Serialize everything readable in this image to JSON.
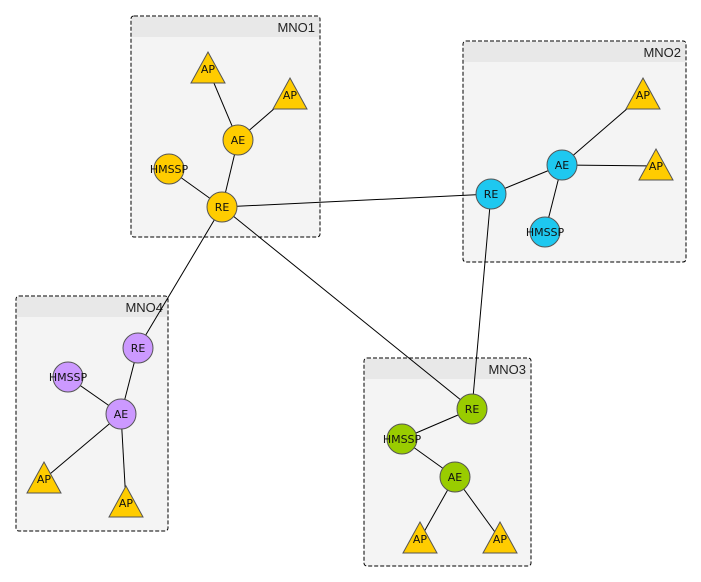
{
  "groups": [
    {
      "id": "mno1",
      "label": "MNO1"
    },
    {
      "id": "mno2",
      "label": "MNO2"
    },
    {
      "id": "mno3",
      "label": "MNO3"
    },
    {
      "id": "mno4",
      "label": "MNO4"
    }
  ],
  "colors": {
    "mno1": "#ffcc00",
    "mno2": "#1ec8f0",
    "mno3": "#99cc00",
    "mno4": "#cc99ff",
    "ap": "#ffcc00"
  },
  "nodes": [
    {
      "id": "mno1_re",
      "group": "mno1",
      "type": "circle",
      "label": "RE"
    },
    {
      "id": "mno1_ae",
      "group": "mno1",
      "type": "circle",
      "label": "AE"
    },
    {
      "id": "mno1_hmssp",
      "group": "mno1",
      "type": "circle",
      "label": "HMSSP"
    },
    {
      "id": "mno1_ap1",
      "group": "mno1",
      "type": "triangle",
      "label": "AP"
    },
    {
      "id": "mno1_ap2",
      "group": "mno1",
      "type": "triangle",
      "label": "AP"
    },
    {
      "id": "mno2_re",
      "group": "mno2",
      "type": "circle",
      "label": "RE"
    },
    {
      "id": "mno2_ae",
      "group": "mno2",
      "type": "circle",
      "label": "AE"
    },
    {
      "id": "mno2_hmssp",
      "group": "mno2",
      "type": "circle",
      "label": "HMSSP"
    },
    {
      "id": "mno2_ap1",
      "group": "mno2",
      "type": "triangle",
      "label": "AP"
    },
    {
      "id": "mno2_ap2",
      "group": "mno2",
      "type": "triangle",
      "label": "AP"
    },
    {
      "id": "mno3_re",
      "group": "mno3",
      "type": "circle",
      "label": "RE"
    },
    {
      "id": "mno3_hmssp",
      "group": "mno3",
      "type": "circle",
      "label": "HMSSP"
    },
    {
      "id": "mno3_ae",
      "group": "mno3",
      "type": "circle",
      "label": "AE"
    },
    {
      "id": "mno3_ap1",
      "group": "mno3",
      "type": "triangle",
      "label": "AP"
    },
    {
      "id": "mno3_ap2",
      "group": "mno3",
      "type": "triangle",
      "label": "AP"
    },
    {
      "id": "mno4_re",
      "group": "mno4",
      "type": "circle",
      "label": "RE"
    },
    {
      "id": "mno4_hmssp",
      "group": "mno4",
      "type": "circle",
      "label": "HMSSP"
    },
    {
      "id": "mno4_ae",
      "group": "mno4",
      "type": "circle",
      "label": "AE"
    },
    {
      "id": "mno4_ap1",
      "group": "mno4",
      "type": "triangle",
      "label": "AP"
    },
    {
      "id": "mno4_ap2",
      "group": "mno4",
      "type": "triangle",
      "label": "AP"
    }
  ],
  "edges": [
    [
      "mno1_re",
      "mno1_ae"
    ],
    [
      "mno1_re",
      "mno1_hmssp"
    ],
    [
      "mno1_ae",
      "mno1_ap1"
    ],
    [
      "mno1_ae",
      "mno1_ap2"
    ],
    [
      "mno1_re",
      "mno2_re"
    ],
    [
      "mno1_re",
      "mno4_re"
    ],
    [
      "mno1_re",
      "mno3_re"
    ],
    [
      "mno2_re",
      "mno2_ae"
    ],
    [
      "mno2_ae",
      "mno2_hmssp"
    ],
    [
      "mno2_ae",
      "mno2_ap1"
    ],
    [
      "mno2_ae",
      "mno2_ap2"
    ],
    [
      "mno2_re",
      "mno3_re"
    ],
    [
      "mno3_re",
      "mno3_hmssp"
    ],
    [
      "mno3_hmssp",
      "mno3_ae"
    ],
    [
      "mno3_ae",
      "mno3_ap1"
    ],
    [
      "mno3_ae",
      "mno3_ap2"
    ],
    [
      "mno4_re",
      "mno4_ae"
    ],
    [
      "mno4_hmssp",
      "mno4_ae"
    ],
    [
      "mno4_ae",
      "mno4_ap1"
    ],
    [
      "mno4_ae",
      "mno4_ap2"
    ]
  ]
}
